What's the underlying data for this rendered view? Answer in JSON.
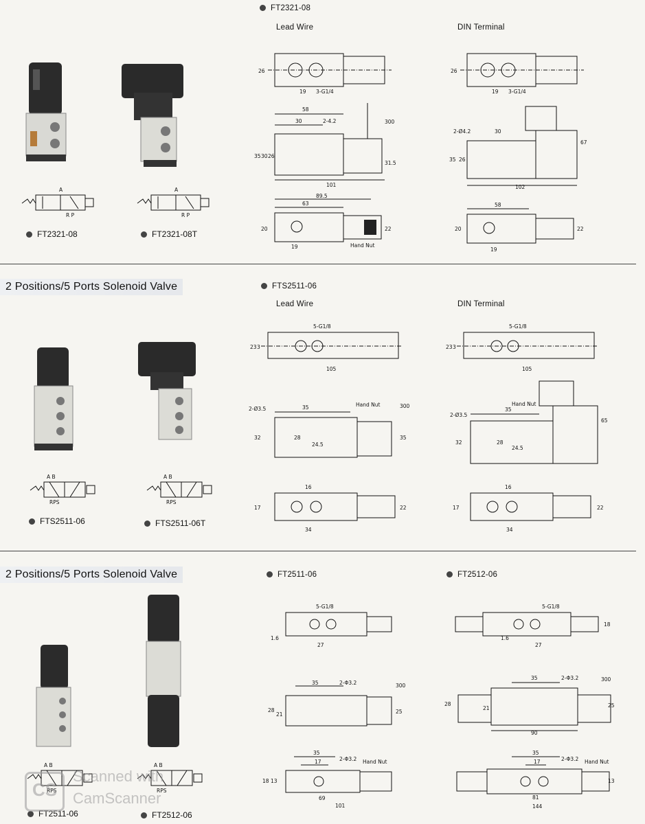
{
  "section1": {
    "model_header": "FT2321-08",
    "col_left": "Lead Wire",
    "col_right": "DIN Terminal",
    "product_labels": [
      "FT2321-08",
      "FT2321-08T"
    ],
    "symbol_ports_top": "A",
    "symbol_ports_bottom": "R P",
    "dims_left_top": {
      "h": "26",
      "port": "3-G1/4",
      "w": "19"
    },
    "dims_left_mid": {
      "w1": "58",
      "w2": "30",
      "hole": "2-4.2",
      "h1": "35",
      "h2": "30",
      "h3": "26",
      "h4": "31.5",
      "h5": "300",
      "len": "101"
    },
    "dims_left_bot": {
      "w1": "89.5",
      "w2": "63",
      "h1": "20",
      "h2": "22",
      "w3": "19",
      "nut": "Hand Nut"
    },
    "dims_right_top": {
      "h": "26",
      "port": "3-G1/4",
      "w": "19"
    },
    "dims_right_mid": {
      "hole": "2-Ø4.2",
      "w2": "30",
      "h1": "35",
      "h2": "26",
      "h3": "67",
      "len": "102"
    },
    "dims_right_bot": {
      "w1": "58",
      "h1": "20",
      "h2": "22",
      "w3": "19"
    }
  },
  "section2": {
    "title": "2 Positions/5 Ports Solenoid Valve",
    "model_header": "FTS2511-06",
    "col_left": "Lead Wire",
    "col_right": "DIN Terminal",
    "product_labels": [
      "FTS2511-06",
      "FTS2511-06T"
    ],
    "symbol_ports_top": "A B",
    "symbol_ports_bottom": "RPS",
    "dims_top": {
      "port": "5-G1/8",
      "h1": "23",
      "h2": "3",
      "len": "105"
    },
    "dims_mid_left": {
      "hole": "2-Ø3.5",
      "w": "35",
      "nut": "Hand Nut",
      "h300": "300",
      "h1": "32",
      "h2": "28",
      "h3": "24.5",
      "h4": "35"
    },
    "dims_mid_right": {
      "hole": "2-Ø3.5",
      "w": "35",
      "nut": "Hand Nut",
      "h1": "32",
      "h2": "28",
      "h3": "24.5",
      "h4": "65"
    },
    "dims_bot": {
      "w1": "16",
      "w2": "34",
      "h1": "17",
      "h2": "22"
    }
  },
  "section3": {
    "title": "2 Positions/5 Ports Solenoid Valve",
    "model_left": "FT2511-06",
    "model_right": "FT2512-06",
    "product_labels": [
      "FT2511-06",
      "FT2512-06"
    ],
    "symbol_ports_top": "A B",
    "symbol_ports_bottom": "RPS",
    "dims_left": {
      "port": "5-G1/8",
      "w1": "27",
      "h1": "1.6",
      "w2": "35",
      "hole": "2-Φ3.2",
      "h300": "300",
      "h2": "28",
      "h3": "21",
      "h4": "25",
      "w3": "35",
      "w4": "17",
      "nut": "Hand Nut",
      "h5": "18",
      "h6": "13",
      "w5": "69",
      "w6": "101"
    },
    "dims_right": {
      "port": "5-G1/8",
      "w1": "27",
      "h1": "1.6",
      "h2": "18",
      "w2": "35",
      "hole": "2-Φ3.2",
      "h300": "300",
      "h3": "28",
      "h4": "21",
      "h5": "25",
      "w3": "90",
      "w4": "35",
      "w5": "17",
      "nut": "Hand Nut",
      "h6": "13",
      "w6": "81",
      "w7": "144"
    }
  },
  "watermark": {
    "line1": "Scanned with",
    "line2": "CamScanner"
  }
}
